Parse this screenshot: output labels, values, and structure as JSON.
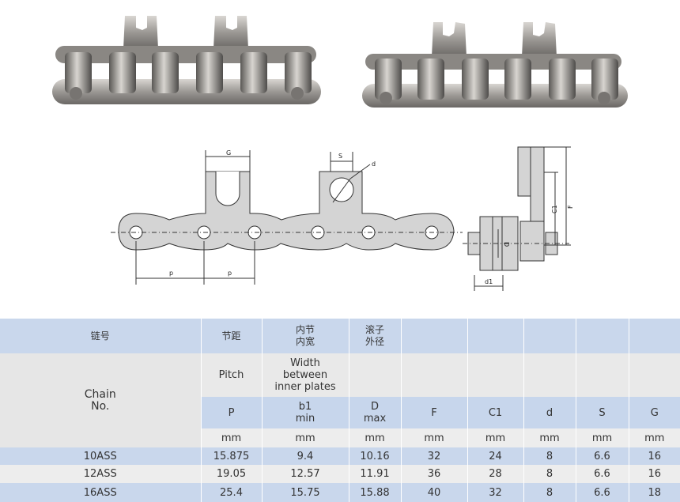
{
  "table": {
    "chain_no_cn": "链号",
    "chain_no_en": [
      "Chain",
      "No."
    ],
    "pitch_cn": "节距",
    "pitch_en": "Pitch",
    "width_cn": [
      "内节",
      "内宽"
    ],
    "width_en": [
      "Width",
      "between",
      "inner plates"
    ],
    "roller_cn": [
      "滚子",
      "外径"
    ],
    "columns": [
      {
        "sym": "P",
        "sub": ""
      },
      {
        "sym": "b1",
        "sub": "min"
      },
      {
        "sym": "D",
        "sub": "max"
      },
      {
        "sym": "F",
        "sub": ""
      },
      {
        "sym": "C1",
        "sub": ""
      },
      {
        "sym": "d",
        "sub": ""
      },
      {
        "sym": "S",
        "sub": ""
      },
      {
        "sym": "G",
        "sub": ""
      }
    ],
    "units": [
      "mm",
      "mm",
      "mm",
      "mm",
      "mm",
      "mm",
      "mm",
      "mm"
    ],
    "rows": [
      {
        "chain": "10ASS",
        "values": [
          "15.875",
          "9.4",
          "10.16",
          "32",
          "24",
          "8",
          "6.6",
          "16"
        ]
      },
      {
        "chain": "12ASS",
        "values": [
          "19.05",
          "12.57",
          "11.91",
          "36",
          "28",
          "8",
          "6.6",
          "16"
        ]
      },
      {
        "chain": "16ASS",
        "values": [
          "25.4",
          "15.75",
          "15.88",
          "40",
          "32",
          "8",
          "6.6",
          "18"
        ]
      }
    ]
  },
  "drawing_labels": {
    "g": "G",
    "s": "S",
    "d_small": "d",
    "p_left": "p",
    "p_right": "p",
    "d_roller": "D",
    "c1": "C1",
    "f": "F",
    "d1": "d1"
  }
}
